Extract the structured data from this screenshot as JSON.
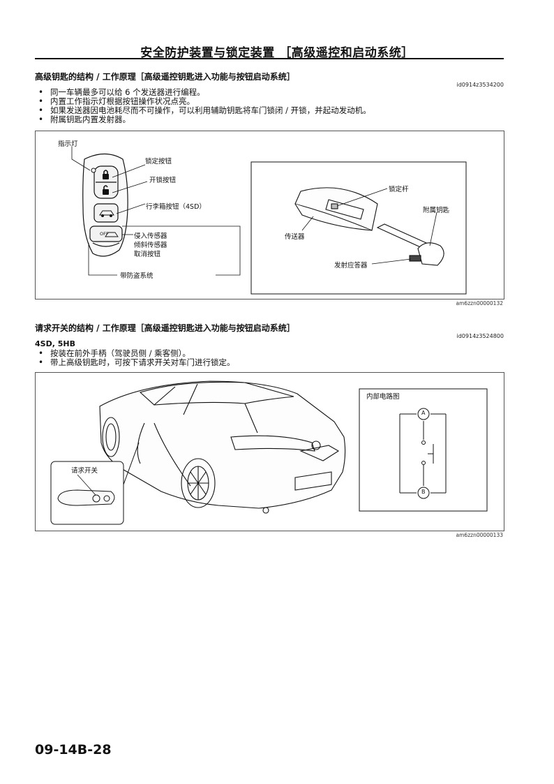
{
  "page": {
    "title": "安全防护装置与锁定装置 ［高级遥控和启动系统］",
    "number": "09-14B-28"
  },
  "section1": {
    "heading": "高级钥匙的结构 / 工作原理［高级遥控钥匙进入功能与按钮启动系统］",
    "doc_id": "id0914z3534200",
    "bullets": [
      "同一车辆最多可以给 6 个发送器进行编程。",
      "内置工作指示灯根据按钮操作状况点亮。",
      "如果发送器因电池耗尽而不可操作，可以利用辅助钥匙将车门锁闭 / 开锁，并起动发动机。",
      "附属钥匙内置发射器。"
    ],
    "figure": {
      "id": "am6zzn00000132",
      "labels": {
        "indicator": "指示灯",
        "lock_button": "锁定按钮",
        "unlock_button": "开锁按钮",
        "trunk_button": "行李箱按钮（4SD）",
        "intrusion_sensor": "侵入传感器",
        "tilt_sensor": "倾斜传感器",
        "cancel_button": "取消按钮",
        "anti_theft": "带防盗系统",
        "lock_lever": "锁定杆",
        "aux_key": "附属钥匙",
        "transmitter": "传送器",
        "transponder": "发射应答器",
        "off_text": "OFF"
      }
    }
  },
  "section2": {
    "heading": "请求开关的结构 / 工作原理［高级遥控钥匙进入功能与按钮启动系统］",
    "doc_id": "id0914z3524800",
    "subhead": "4SD, 5HB",
    "bullets": [
      "按装在前外手柄（驾驶员侧 / 乘客侧）。",
      "带上高级钥匙时，可按下请求开关对车门进行锁定。"
    ],
    "figure": {
      "id": "am6zzn00000133",
      "labels": {
        "request_switch": "请求开关",
        "internal_circuit": "内部电路图",
        "terminal_a": "A",
        "terminal_b": "B"
      }
    }
  }
}
